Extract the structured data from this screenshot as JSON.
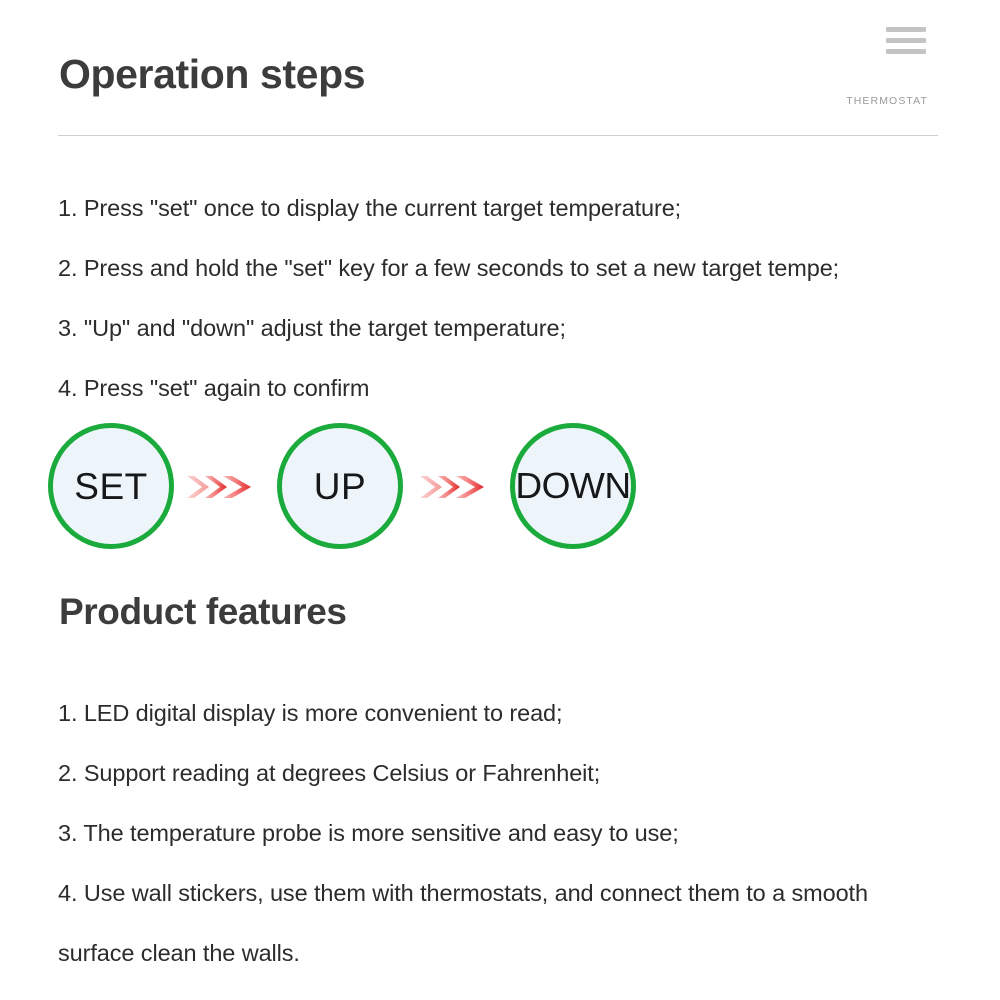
{
  "header": {
    "title": "Operation steps",
    "brand_tag": "THERMOSTAT",
    "menu_icon": "hamburger-menu-icon"
  },
  "operation_steps": [
    "1. Press \"set\" once to display the current target temperature;",
    "2. Press and hold the \"set\" key for a few seconds to set a new target tempe;",
    "3. \"Up\" and \"down\" adjust the target temperature;",
    "4. Press \"set\" again to confirm"
  ],
  "flow": {
    "buttons": [
      {
        "label": "SET"
      },
      {
        "label": "UP"
      },
      {
        "label": "DOWN"
      }
    ],
    "arrows": [
      {
        "name": "arrow-set-to-up"
      },
      {
        "name": "arrow-up-to-down"
      }
    ],
    "circle_border_color": "#1aab3c",
    "circle_fill_color": "#eef5fa",
    "arrow_color": "#e8363a"
  },
  "product_features": {
    "title": "Product features",
    "items": [
      "1. LED digital display is more convenient to read;",
      "2. Support reading at degrees Celsius or Fahrenheit;",
      "3. The temperature probe is more sensitive and easy to use;",
      "4. Use wall stickers, use them with thermostats, and connect them to a smooth surface clean the walls."
    ]
  },
  "colors": {
    "heading": "#3c3c3c",
    "body_text": "#2c2c2c",
    "divider": "#cfcfcf",
    "menu_icon": "#c4c4c4",
    "brand_tag": "#9a9a9a"
  }
}
